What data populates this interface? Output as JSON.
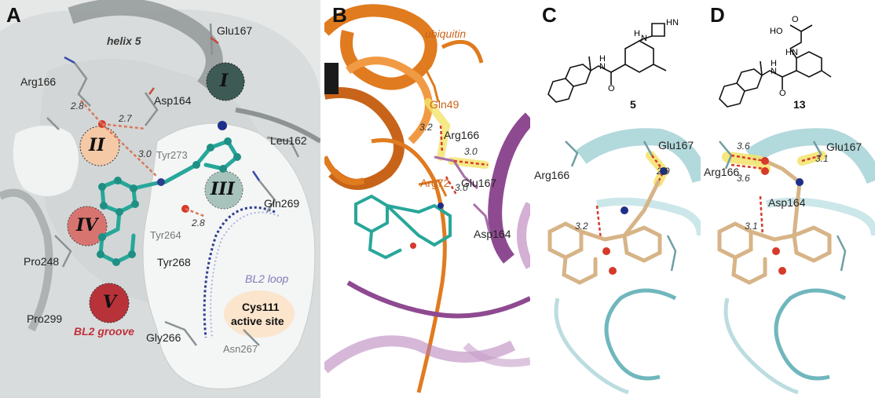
{
  "panels": {
    "A": {
      "label": "A",
      "subsites": [
        "I",
        "II",
        "III",
        "IV",
        "V"
      ],
      "residues": {
        "helix5": "helix 5",
        "glu167": "Glu167",
        "arg166": "Arg166",
        "asp164": "Asp164",
        "leu162": "Leu162",
        "tyr273": "Tyr273",
        "gln269": "Gln269",
        "tyr264": "Tyr264",
        "tyr268": "Tyr268",
        "pro248": "Pro248",
        "pro299": "Pro299",
        "gly266": "Gly266",
        "asn267": "Asn267"
      },
      "distances": [
        "2.8",
        "2.7",
        "3.0",
        "2.8"
      ],
      "bl2_loop": "BL2 loop",
      "bl2_groove": "BL2 groove",
      "active_site_line1": "Cys111",
      "active_site_line2": "active site",
      "colors": {
        "subsite_I": "#3d5a55",
        "subsite_II": "#f5c9a6",
        "subsite_III": "#8fb3aa",
        "subsite_IV": "#d96a66",
        "subsite_V": "#b8323a",
        "bl2_groove_text": "#c0303a",
        "bl2_loop_text": "#7f7ab8",
        "ligand": "#27a79a"
      }
    },
    "B": {
      "label": "B",
      "ubiquitin": "ubiquitin",
      "gln49": "Gln49",
      "arg166": "Arg166",
      "arg72": "Arg72",
      "glu167": "Glu167",
      "asp164": "Asp164",
      "distances": [
        "3.2",
        "3.0",
        "3.0"
      ],
      "colors": {
        "ubiquitin": "#e07b1f",
        "protease": "#8e4a91",
        "highlight": "#f3e36a"
      }
    },
    "C": {
      "label": "C",
      "compound": "5",
      "nh_label": "HN",
      "h_label": "H",
      "n_label": "N",
      "amide_h": "H",
      "amide_n": "N",
      "o_label": "O",
      "arg166": "Arg166",
      "glu167": "Glu167",
      "distances": [
        "2.9",
        "3.2"
      ],
      "colors": {
        "ribbon": "#9fcfd3",
        "ligand": "#d7b487",
        "highlight": "#f3e36a"
      }
    },
    "D": {
      "label": "D",
      "compound": "13",
      "ho_label": "HO",
      "hn_label": "HN",
      "amide_h": "H",
      "amide_n": "N",
      "o_label": "O",
      "o_label2": "O",
      "arg166": "Arg166",
      "glu167": "Glu167",
      "asp164": "Asp164",
      "distances": [
        "3.6",
        "3.6",
        "3.1",
        "3.1"
      ],
      "colors": {
        "ribbon": "#9fcfd3",
        "ligand": "#d7b487",
        "highlight": "#f3e36a"
      }
    }
  }
}
